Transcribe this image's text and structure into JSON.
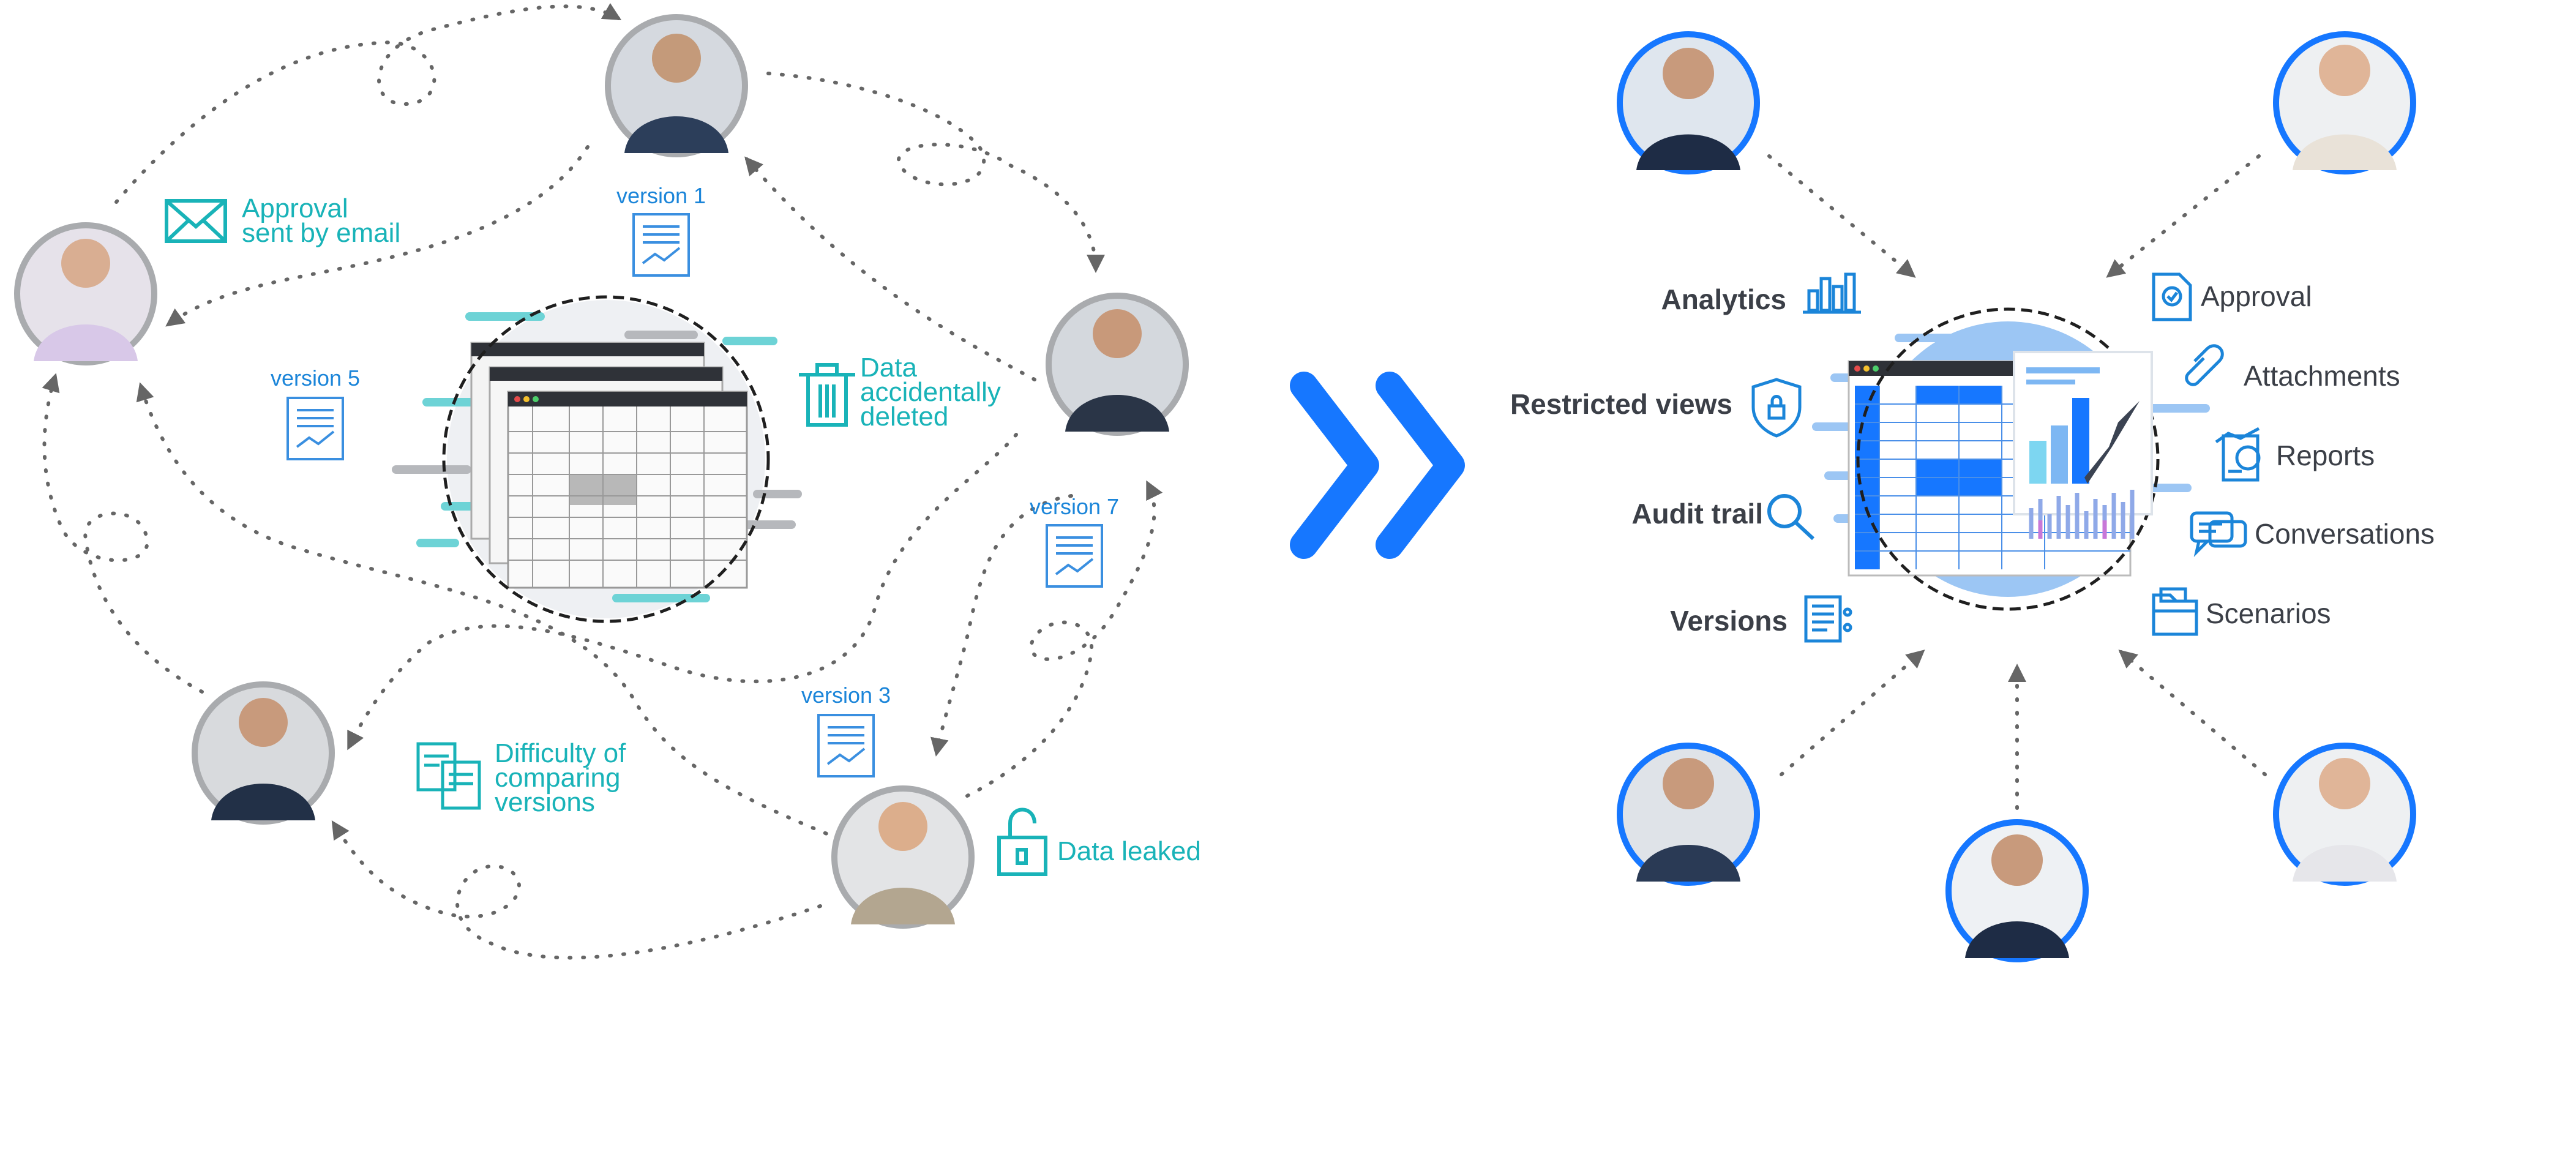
{
  "left_panel": {
    "notes": {
      "approval_email": [
        "Approval",
        "sent by email"
      ],
      "data_deleted": [
        "Data",
        "accidentally",
        "deleted"
      ],
      "difficulty_comparing": [
        "Difficulty of",
        "comparing",
        "versions"
      ],
      "data_leaked": "Data leaked"
    },
    "versions": [
      "version 1",
      "version 5",
      "version 7",
      "version 3"
    ]
  },
  "right_panel": {
    "features_left": [
      "Analytics",
      "Restricted views",
      "Audit trail",
      "Versions"
    ],
    "features_right": [
      "Approval",
      "Attachments",
      "Reports",
      "Conversations",
      "Scenarios"
    ]
  },
  "colors": {
    "teal": "#19b3b8",
    "blue": "#1b85d9",
    "accent": "#1677ff",
    "text_dark": "#3b3f47"
  },
  "icons": [
    "envelope-icon",
    "trash-icon",
    "compare-docs-icon",
    "padlock-icon",
    "document-chart-icon",
    "bar-chart-icon",
    "shield-lock-icon",
    "magnifier-icon",
    "document-list-icon",
    "document-check-icon",
    "paperclip-icon",
    "report-icon",
    "chat-bubbles-icon",
    "folder-icon",
    "double-chevron-icon"
  ]
}
